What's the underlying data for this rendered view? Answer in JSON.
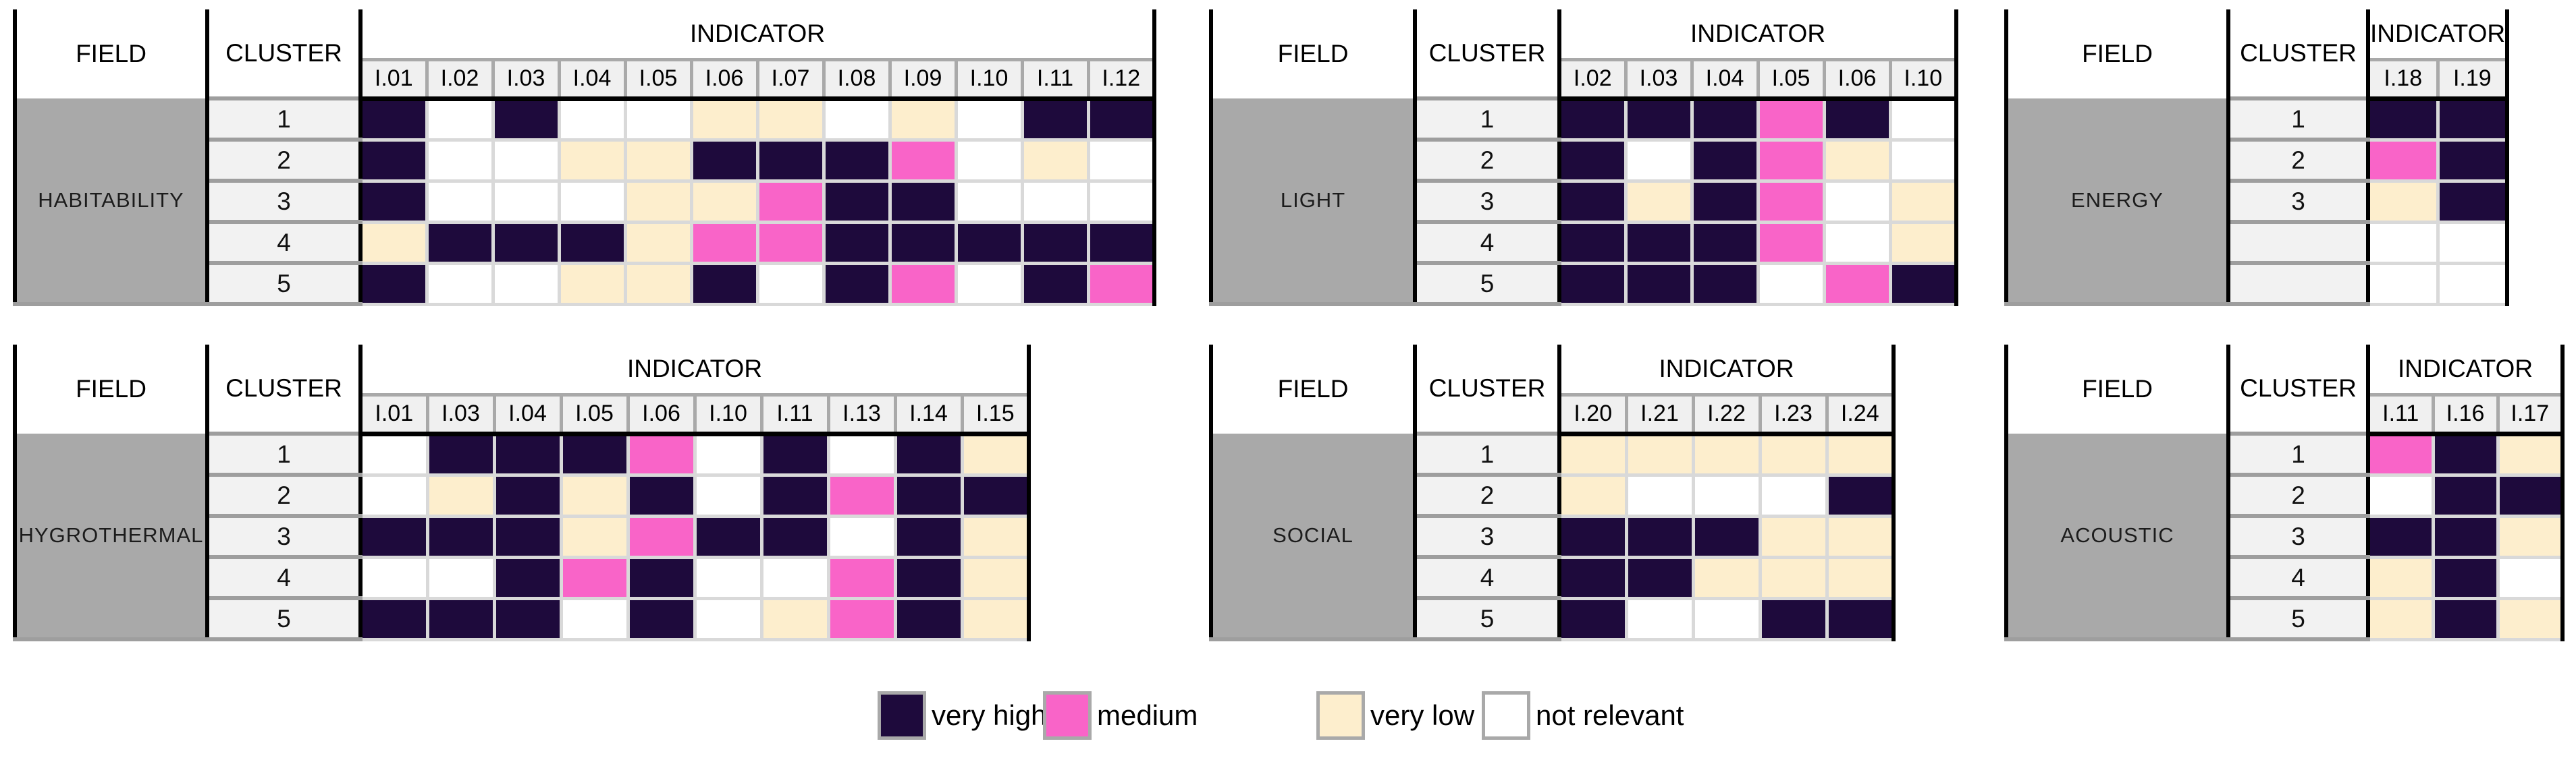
{
  "headers": {
    "field": "FIELD",
    "cluster": "CLUSTER",
    "indicator": "INDICATOR"
  },
  "colors": {
    "VH": "#1e0a3c",
    "M": "#f964c8",
    "VL": "#fdeecd",
    "NR": "#ffffff"
  },
  "legend": {
    "items": [
      {
        "label": "very high",
        "code": "VH",
        "color": "#1e0a3c"
      },
      {
        "label": "medium",
        "code": "M",
        "color": "#f964c8"
      },
      {
        "label": "very low",
        "code": "VL",
        "color": "#fdeecd"
      },
      {
        "label": "not relevant",
        "code": "NR",
        "color": "#ffffff"
      }
    ]
  },
  "chart_data": {
    "type": "heatmap",
    "codes": {
      "VH": "very high",
      "M": "medium",
      "VL": "very low",
      "NR": "not relevant"
    },
    "tables": [
      {
        "field": "HABITABILITY",
        "columns": [
          "I.01",
          "I.02",
          "I.03",
          "I.04",
          "I.05",
          "I.06",
          "I.07",
          "I.08",
          "I.09",
          "I.10",
          "I.11",
          "I.12"
        ],
        "rows": [
          "1",
          "2",
          "3",
          "4",
          "5"
        ],
        "values": [
          [
            "VH",
            "NR",
            "VH",
            "NR",
            "NR",
            "VL",
            "VL",
            "NR",
            "VL",
            "NR",
            "VH",
            "VH"
          ],
          [
            "VH",
            "NR",
            "NR",
            "VL",
            "VL",
            "VH",
            "VH",
            "VH",
            "M",
            "NR",
            "VL",
            "NR"
          ],
          [
            "VH",
            "NR",
            "NR",
            "NR",
            "VL",
            "VL",
            "M",
            "VH",
            "VH",
            "NR",
            "NR",
            "NR"
          ],
          [
            "VL",
            "VH",
            "VH",
            "VH",
            "VL",
            "M",
            "M",
            "VH",
            "VH",
            "VH",
            "VH",
            "VH"
          ],
          [
            "VH",
            "NR",
            "NR",
            "VL",
            "VL",
            "VH",
            "NR",
            "VH",
            "M",
            "NR",
            "VH",
            "M"
          ]
        ]
      },
      {
        "field": "LIGHT",
        "columns": [
          "I.02",
          "I.03",
          "I.04",
          "I.05",
          "I.06",
          "I.10"
        ],
        "rows": [
          "1",
          "2",
          "3",
          "4",
          "5"
        ],
        "values": [
          [
            "VH",
            "VH",
            "VH",
            "M",
            "VH",
            "NR"
          ],
          [
            "VH",
            "NR",
            "VH",
            "M",
            "VL",
            "NR"
          ],
          [
            "VH",
            "VL",
            "VH",
            "M",
            "NR",
            "VL"
          ],
          [
            "VH",
            "VH",
            "VH",
            "M",
            "NR",
            "VL"
          ],
          [
            "VH",
            "VH",
            "VH",
            "NR",
            "M",
            "VH"
          ]
        ]
      },
      {
        "field": "ENERGY",
        "columns": [
          "I.18",
          "I.19"
        ],
        "rows": [
          "1",
          "2",
          "3",
          "",
          ""
        ],
        "values": [
          [
            "VH",
            "VH"
          ],
          [
            "M",
            "VH"
          ],
          [
            "VL",
            "VH"
          ],
          [
            "NR",
            "NR"
          ],
          [
            "NR",
            "NR"
          ]
        ]
      },
      {
        "field": "HYGROTHERMAL",
        "columns": [
          "I.01",
          "I.03",
          "I.04",
          "I.05",
          "I.06",
          "I.10",
          "I.11",
          "I.13",
          "I.14",
          "I.15"
        ],
        "rows": [
          "1",
          "2",
          "3",
          "4",
          "5"
        ],
        "values": [
          [
            "NR",
            "VH",
            "VH",
            "VH",
            "M",
            "NR",
            "VH",
            "NR",
            "VH",
            "VL"
          ],
          [
            "NR",
            "VL",
            "VH",
            "VL",
            "VH",
            "NR",
            "VH",
            "M",
            "VH",
            "VH"
          ],
          [
            "VH",
            "VH",
            "VH",
            "VL",
            "M",
            "VH",
            "VH",
            "NR",
            "VH",
            "VL"
          ],
          [
            "NR",
            "NR",
            "VH",
            "M",
            "VH",
            "NR",
            "NR",
            "M",
            "VH",
            "VL"
          ],
          [
            "VH",
            "VH",
            "VH",
            "NR",
            "VH",
            "NR",
            "VL",
            "M",
            "VH",
            "VL"
          ]
        ]
      },
      {
        "field": "SOCIAL",
        "columns": [
          "I.20",
          "I.21",
          "I.22",
          "I.23",
          "I.24"
        ],
        "rows": [
          "1",
          "2",
          "3",
          "4",
          "5"
        ],
        "values": [
          [
            "VL",
            "VL",
            "VL",
            "VL",
            "VL"
          ],
          [
            "VL",
            "NR",
            "NR",
            "NR",
            "VH"
          ],
          [
            "VH",
            "VH",
            "VH",
            "VL",
            "VL"
          ],
          [
            "VH",
            "VH",
            "VL",
            "VL",
            "VL"
          ],
          [
            "VH",
            "NR",
            "NR",
            "VH",
            "VH"
          ]
        ]
      },
      {
        "field": "ACOUSTIC",
        "columns": [
          "I.11",
          "I.16",
          "I.17"
        ],
        "rows": [
          "1",
          "2",
          "3",
          "4",
          "5"
        ],
        "values": [
          [
            "M",
            "VH",
            "VL"
          ],
          [
            "NR",
            "VH",
            "VH"
          ],
          [
            "VH",
            "VH",
            "VL"
          ],
          [
            "VL",
            "VH",
            "NR"
          ],
          [
            "VL",
            "VH",
            "VL"
          ]
        ]
      }
    ]
  }
}
